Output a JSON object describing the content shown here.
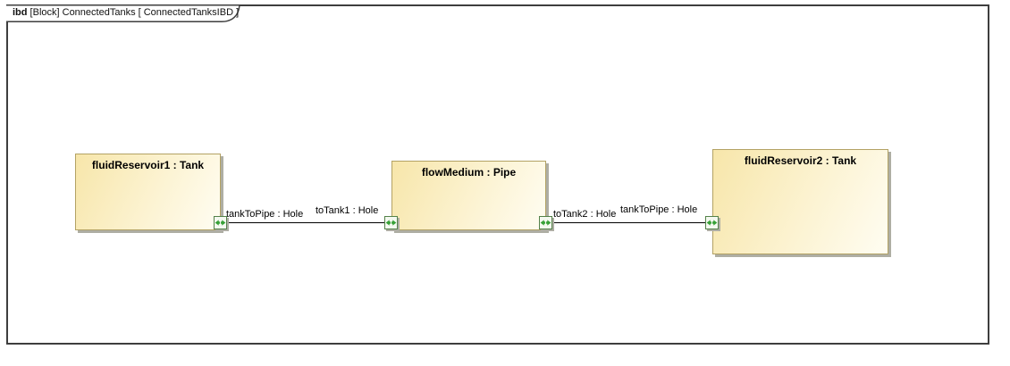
{
  "frame": {
    "kind": "ibd",
    "title_rest": " [Block] ConnectedTanks [ ConnectedTanksIBD ]"
  },
  "parts": [
    {
      "name": "fluidReservoir1",
      "type": "Tank",
      "label": "fluidReservoir1 : Tank"
    },
    {
      "name": "flowMedium",
      "type": "Pipe",
      "label": "flowMedium : Pipe"
    },
    {
      "name": "fluidReservoir2",
      "type": "Tank",
      "label": "fluidReservoir2 : Tank"
    }
  ],
  "ports": [
    {
      "owner": "fluidReservoir1",
      "label": "tankToPipe : Hole",
      "icon": "bidirectional-flow-arrows"
    },
    {
      "owner": "flowMedium",
      "label": "toTank1 : Hole",
      "icon": "bidirectional-flow-arrows"
    },
    {
      "owner": "flowMedium",
      "label": "toTank2 : Hole",
      "icon": "bidirectional-flow-arrows"
    },
    {
      "owner": "fluidReservoir2",
      "label": "tankToPipe : Hole",
      "icon": "bidirectional-flow-arrows"
    }
  ],
  "colors": {
    "frame_border": "#3e3e3e",
    "block_fill_start": "#f7e6aa",
    "block_fill_end": "#fffdf2",
    "block_border": "#b3a264",
    "shadow": "#aeaea4",
    "port_border": "#54824a",
    "port_fill": "#f4f9f0",
    "port_arrow": "#35a035",
    "connector": "#000000"
  }
}
